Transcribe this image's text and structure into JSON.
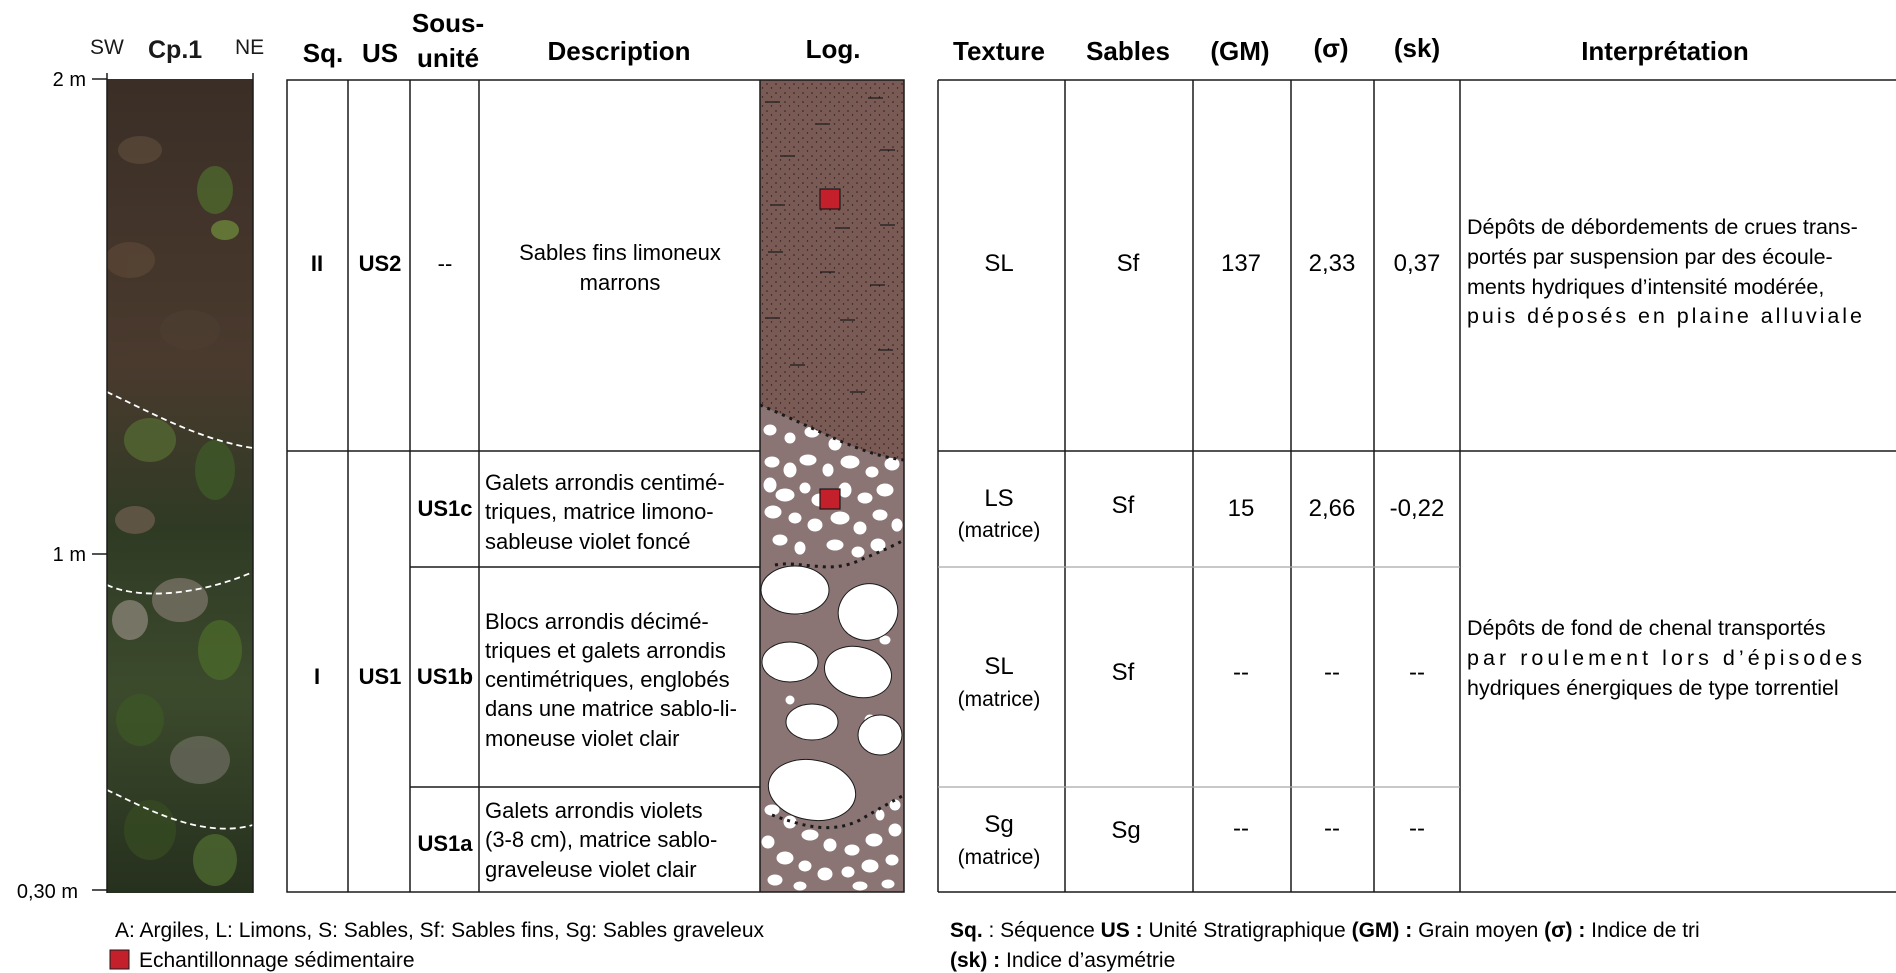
{
  "photo_column": {
    "sw": "SW",
    "title": "Cp.1",
    "ne": "NE",
    "depth_labels": [
      "2 m",
      "1 m",
      "0,30 m"
    ]
  },
  "left_table": {
    "headers": {
      "sq": "Sq.",
      "us": "US",
      "sous_unite_1": "Sous-",
      "sous_unite_2": "unité",
      "description": "Description",
      "log": "Log."
    },
    "rows": {
      "upper": {
        "sq": "II",
        "us": "US2",
        "sous_unite": "--",
        "description": [
          "Sables fins limoneux",
          "marrons"
        ]
      },
      "lower": {
        "sq": "I",
        "us": "US1",
        "subunits": [
          {
            "id": "US1c",
            "description": [
              "Galets arrondis centimé-",
              "triques, matrice limono-",
              "sableuse violet foncé"
            ]
          },
          {
            "id": "US1b",
            "description": [
              "Blocs arrondis décimé-",
              "triques et galets arrondis",
              "centimétriques, englobés",
              "dans une matrice sablo-li-",
              "moneuse violet clair"
            ]
          },
          {
            "id": "US1a",
            "description": [
              "Galets arrondis violets",
              "(3-8 cm), matrice sablo-",
              "graveleuse violet clair"
            ]
          }
        ]
      }
    }
  },
  "right_table": {
    "headers": {
      "texture": "Texture",
      "sables": "Sables",
      "gm": "(GM)",
      "sigma": "(σ)",
      "sk": "(sk)",
      "interpretation": "Interprétation"
    },
    "rows": [
      {
        "texture": "SL",
        "texture_note": "",
        "sables": "Sf",
        "gm": "137",
        "sigma": "2,33",
        "sk": "0,37"
      },
      {
        "texture": "LS",
        "texture_note": "(matrice)",
        "sables": "Sf",
        "gm": "15",
        "sigma": "2,66",
        "sk": "-0,22"
      },
      {
        "texture": "SL",
        "texture_note": "(matrice)",
        "sables": "Sf",
        "gm": "--",
        "sigma": "--",
        "sk": "--"
      },
      {
        "texture": "Sg",
        "texture_note": "(matrice)",
        "sables": "Sg",
        "gm": "--",
        "sigma": "--",
        "sk": "--"
      }
    ],
    "interpretations": [
      [
        "Dépôts de débordements de crues trans-",
        "portés par suspension par des écoule-",
        "ments hydriques d’intensité modérée,",
        "puis déposés en plaine alluviale"
      ],
      [
        "Dépôts de fond de chenal transportés",
        "par roulement lors d’épisodes",
        "hydriques énergiques de type torrentiel"
      ]
    ]
  },
  "legend": {
    "texture_codes": "A: Argiles, L: Limons, S: Sables, Sf: Sables fins, Sg: Sables graveleux",
    "sample_label": "Echantillonnage sédimentaire",
    "abbrev_line1": [
      {
        "key": "Sq.",
        "value": " : Séquence"
      },
      {
        "key": "US :",
        "value": " Unité Stratigraphique"
      },
      {
        "key": "(GM) :",
        "value": " Grain moyen"
      },
      {
        "key": "(σ) :",
        "value": " Indice de tri"
      }
    ],
    "abbrev_line2": {
      "key": "(sk) :",
      "value": " Indice d’asymétrie"
    }
  },
  "colors": {
    "brown_silt": "#7a5a55",
    "violet_matrix": "#8a7474",
    "sample_red": "#c3202b",
    "line": "#1a1a1a"
  }
}
